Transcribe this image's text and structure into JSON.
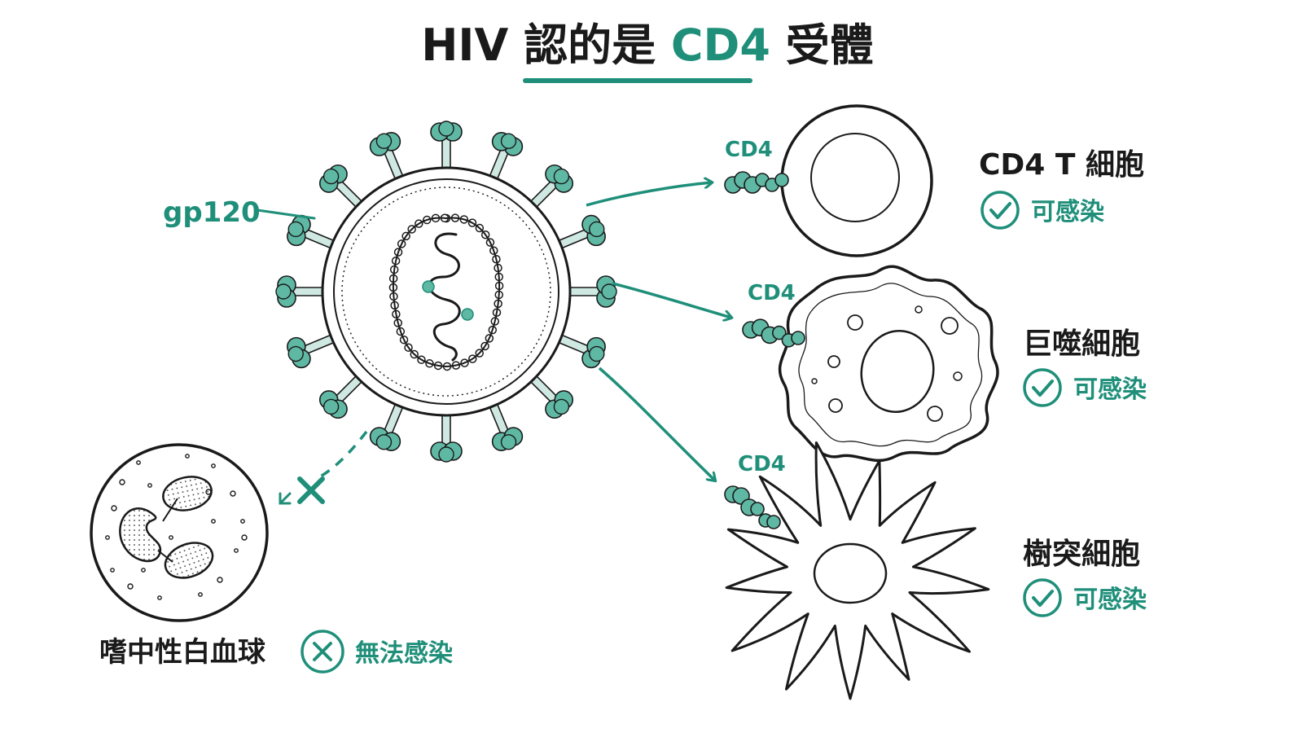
{
  "title": {
    "prefix": "HIV 認的是 ",
    "accent": "CD4",
    "suffix": " 受體"
  },
  "virus": {
    "protein_label": "gp120"
  },
  "receptor_label": "CD4",
  "cells": [
    {
      "name": "CD4 T 細胞",
      "status": "可感染",
      "result": "infectable"
    },
    {
      "name": "巨噬細胞",
      "status": "可感染",
      "result": "infectable"
    },
    {
      "name": "樹突細胞",
      "status": "可感染",
      "result": "infectable"
    },
    {
      "name": "嗜中性白血球",
      "status": "無法感染",
      "result": "not-infectable"
    }
  ],
  "colors": {
    "accent": "#1f8f7a",
    "spike": "#5fb8a4",
    "ink": "#1a1a1a"
  }
}
